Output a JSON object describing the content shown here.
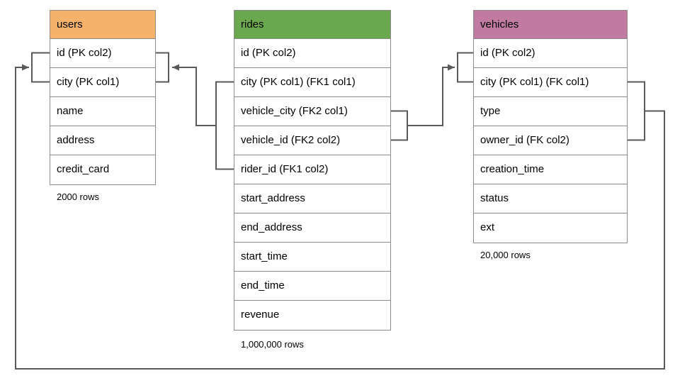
{
  "diagram": {
    "tables": {
      "users": {
        "title": "users",
        "header_color": "#f6b26b",
        "rows": [
          "id (PK col2)",
          "city (PK col1)",
          "name",
          "address",
          "credit_card"
        ],
        "row_count_label": "2000 rows"
      },
      "rides": {
        "title": "rides",
        "header_color": "#6aa84f",
        "rows": [
          "id (PK col2)",
          "city (PK col1) (FK1 col1)",
          "vehicle_city (FK2 col1)",
          "vehicle_id (FK2 col2)",
          "rider_id (FK1 col2)",
          "start_address",
          "end_address",
          "start_time",
          "end_time",
          "revenue"
        ],
        "row_count_label": "1,000,000 rows"
      },
      "vehicles": {
        "title": "vehicles",
        "header_color": "#c27ba0",
        "rows": [
          "id (PK col2)",
          "city (PK col1) (FK col1)",
          "type",
          "owner_id (FK col2)",
          "creation_time",
          "status",
          "ext"
        ],
        "row_count_label": "20,000 rows"
      }
    },
    "relationships": [
      {
        "from": "rides.rider_id / rides.city",
        "to": "users.id / users.city",
        "key": "FK1"
      },
      {
        "from": "rides.vehicle_id / rides.vehicle_city",
        "to": "vehicles.id / vehicles.city",
        "key": "FK2"
      },
      {
        "from": "vehicles.owner_id / vehicles.city",
        "to": "users.id / users.city",
        "key": "FK"
      }
    ],
    "colors": {
      "connector": "#595959",
      "table_border": "#8c8c8c"
    }
  }
}
